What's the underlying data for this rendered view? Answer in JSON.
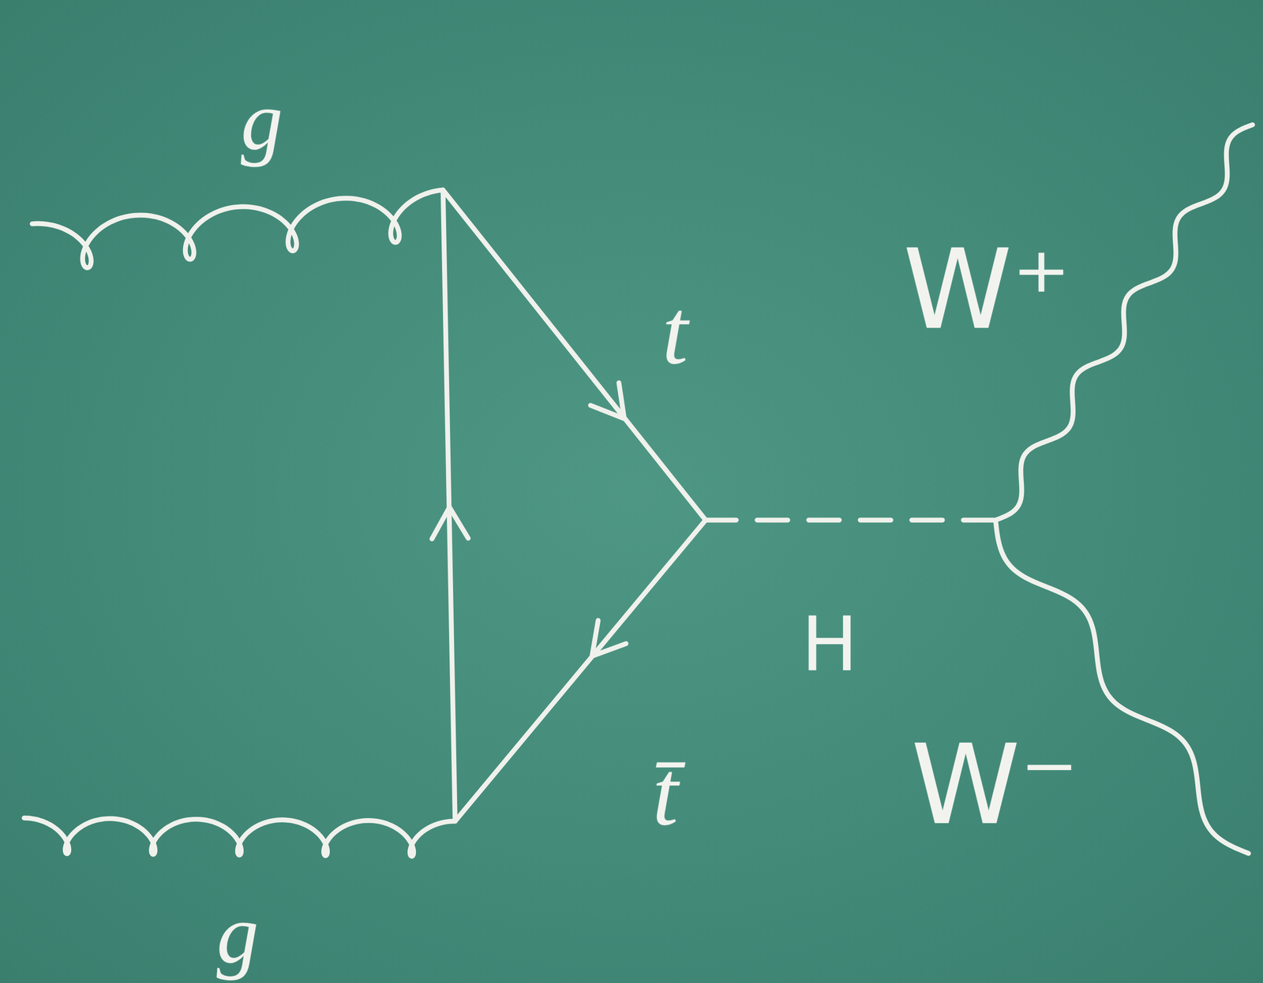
{
  "diagram": {
    "labels": [
      "g",
      "g",
      "t",
      "t̄",
      "H",
      "W⁺",
      "W⁻"
    ]
  }
}
